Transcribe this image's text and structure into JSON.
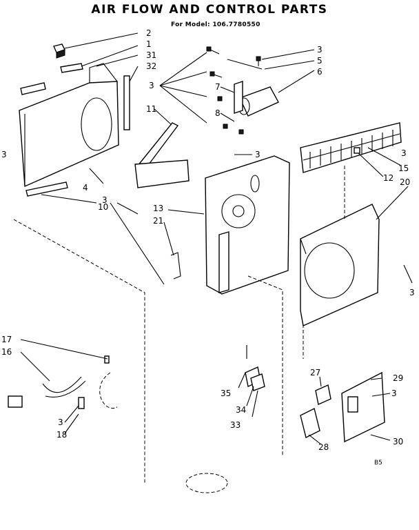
{
  "header": {
    "title": "AIR FLOW AND CONTROL PARTS",
    "model_line": "For Model:  106.7780550"
  },
  "footer": {
    "code": "B5"
  },
  "callouts": [
    "2",
    "1",
    "31",
    "32",
    "3",
    "3",
    "5",
    "6",
    "7",
    "8",
    "11",
    "3",
    "3",
    "4",
    "3",
    "10",
    "13",
    "21",
    "3",
    "15",
    "12",
    "20",
    "3",
    "17",
    "16",
    "3",
    "18",
    "35",
    "34",
    "33",
    "27",
    "29",
    "3",
    "30",
    "28"
  ]
}
